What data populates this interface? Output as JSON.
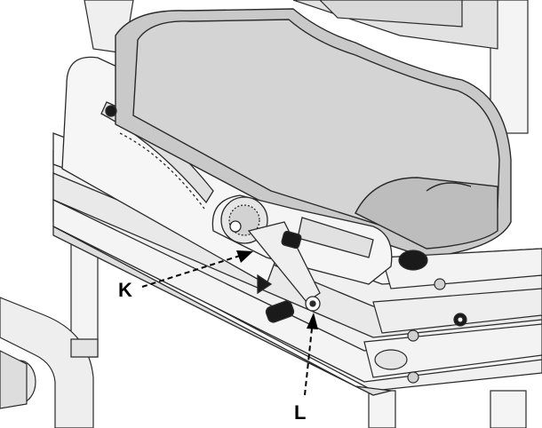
{
  "callouts": [
    {
      "id": "K",
      "label": "K"
    },
    {
      "id": "L",
      "label": "L"
    }
  ],
  "colors": {
    "line": "#2a2a2a",
    "frame": "#f2f2f2",
    "frame_shade": "#dcdcdc",
    "cushion": "#c8c8c8",
    "cushion_dark": "#a9a9a9",
    "knob": "#1a1a1a",
    "leader": "#000000"
  }
}
